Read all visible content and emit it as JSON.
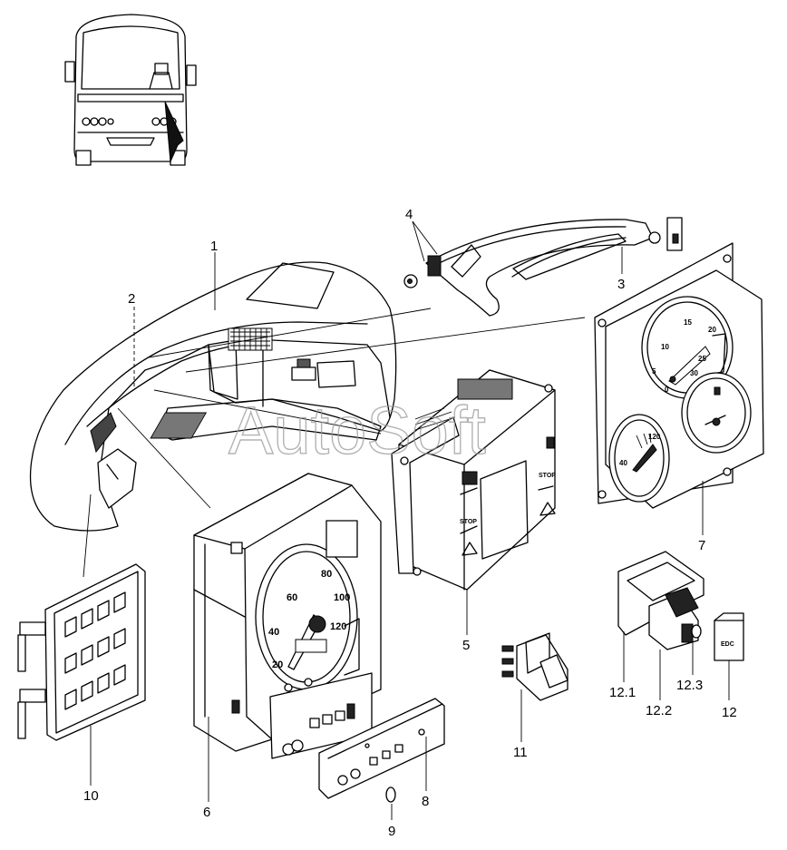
{
  "watermark": "AutoSoft",
  "callouts": {
    "c1": "1",
    "c2": "2",
    "c3": "3",
    "c4": "4",
    "c5": "5",
    "c6": "6",
    "c7": "7",
    "c8": "8",
    "c9": "9",
    "c10": "10",
    "c11": "11",
    "c12": "12",
    "c12_1": "12.1",
    "c12_2": "12.2",
    "c12_3": "12.3"
  },
  "speedometer": {
    "s20": "20",
    "s40": "40",
    "s60": "60",
    "s80": "80",
    "s100": "100",
    "s120": "120"
  },
  "temp_gauge": {
    "t40": "40",
    "t120": "120"
  },
  "tach_gauge": {
    "r0": "0",
    "r5": "5",
    "r10": "10",
    "r15": "15",
    "r20": "20",
    "r25": "25",
    "r30": "30"
  },
  "panel5": {
    "stop_left": "STOP",
    "stop_right": "STOP"
  },
  "switch12": {
    "label": "EDC"
  }
}
